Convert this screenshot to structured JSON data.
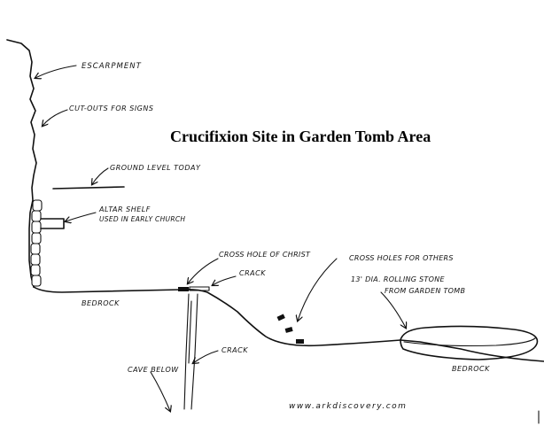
{
  "title": "Crucifixion Site in Garden Tomb Area",
  "labels": {
    "escarpment": "ESCARPMENT",
    "cutouts": "CUT-OUTS FOR SIGNS",
    "ground_level": "GROUND LEVEL TODAY",
    "altar_line1": "ALTAR SHELF",
    "altar_line2": "USED IN EARLY CHURCH",
    "cross_hole_christ": "CROSS HOLE OF CHRIST",
    "crack_upper": "CRACK",
    "cross_holes_others": "CROSS HOLES FOR OTHERS",
    "rolling_stone_line1": "13' DIA. ROLLING STONE",
    "rolling_stone_line2": "FROM GARDEN TOMB",
    "bedrock_left": "BEDROCK",
    "crack_lower": "CRACK",
    "cave_below": "CAVE BELOW",
    "bedrock_right": "BEDROCK",
    "website": "www.arkdiscovery.com"
  }
}
